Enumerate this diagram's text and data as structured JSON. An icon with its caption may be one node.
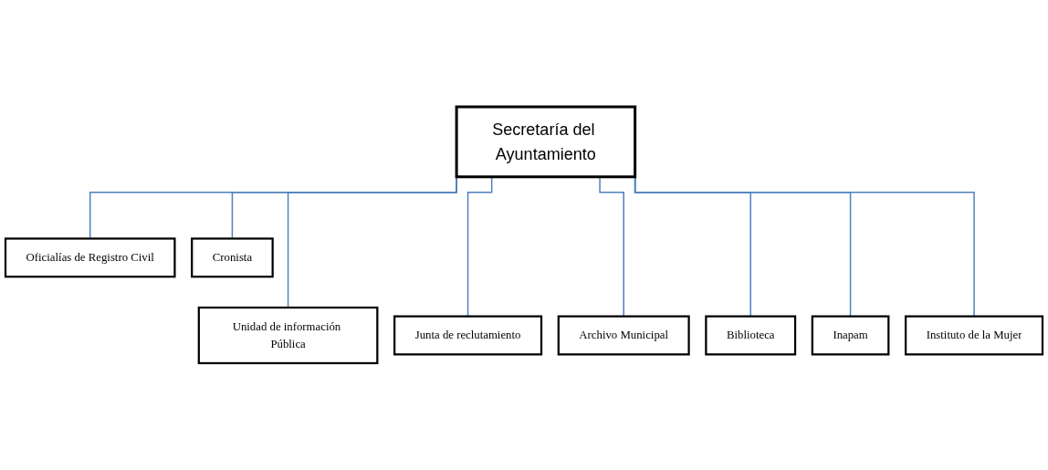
{
  "diagram": {
    "nodes": [
      {
        "text": [
          "Secretaría del Ayuntamiento"
        ]
      },
      {
        "text": [
          "Oficialías de Registro Civil"
        ]
      },
      {
        "text": [
          "Cronista"
        ]
      },
      {
        "text": [
          "Unidad de información Pública"
        ]
      },
      {
        "text": [
          "Junta de reclutamiento"
        ]
      },
      {
        "text": [
          "Archivo Municipal"
        ]
      },
      {
        "text": [
          "Biblioteca"
        ]
      },
      {
        "text": [
          "Inapam"
        ]
      },
      {
        "text": [
          "Instituto de la Mujer"
        ]
      }
    ],
    "edges": [
      {
        "from": 0,
        "to": 1,
        "arrow": "none",
        "color": "#4f81bd"
      },
      {
        "from": 0,
        "to": 2,
        "arrow": "none",
        "color": "#4f81bd"
      },
      {
        "from": 0,
        "to": 3,
        "arrow": "none",
        "color": "#4f81bd"
      },
      {
        "from": 0,
        "to": 4,
        "arrow": "none",
        "color": "#4f81bd"
      },
      {
        "from": 0,
        "to": 5,
        "arrow": "none",
        "color": "#4f81bd"
      },
      {
        "from": 0,
        "to": 6,
        "arrow": "none",
        "color": "#4f81bd"
      },
      {
        "from": 0,
        "to": 7,
        "arrow": "none",
        "color": "#4f81bd"
      },
      {
        "from": 0,
        "to": 8,
        "arrow": "none",
        "color": "#4f81bd"
      }
    ]
  }
}
